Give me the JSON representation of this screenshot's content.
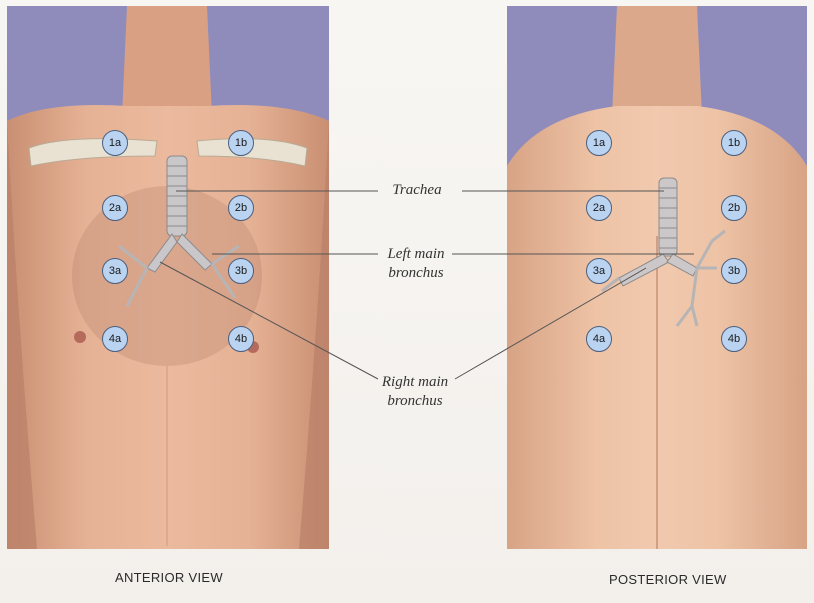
{
  "views": {
    "anterior_title": "ANTERIOR VIEW",
    "posterior_title": "POSTERIOR VIEW"
  },
  "labels": {
    "trachea": "Trachea",
    "left_main_bronchus_line1": "Left main",
    "left_main_bronchus_line2": "bronchus",
    "right_main_bronchus_line1": "Right main",
    "right_main_bronchus_line2": "bronchus"
  },
  "anterior_markers": [
    "1a",
    "1b",
    "2a",
    "2b",
    "3a",
    "3b",
    "4a",
    "4b"
  ],
  "posterior_markers": [
    "1a",
    "1b",
    "2a",
    "2b",
    "3a",
    "3b",
    "4a",
    "4b"
  ],
  "colors": {
    "marker_fill": "#b9d3f1",
    "marker_border": "#4b5f7d",
    "skin": "#e3a98c",
    "backdrop": "#8f8cbc"
  }
}
